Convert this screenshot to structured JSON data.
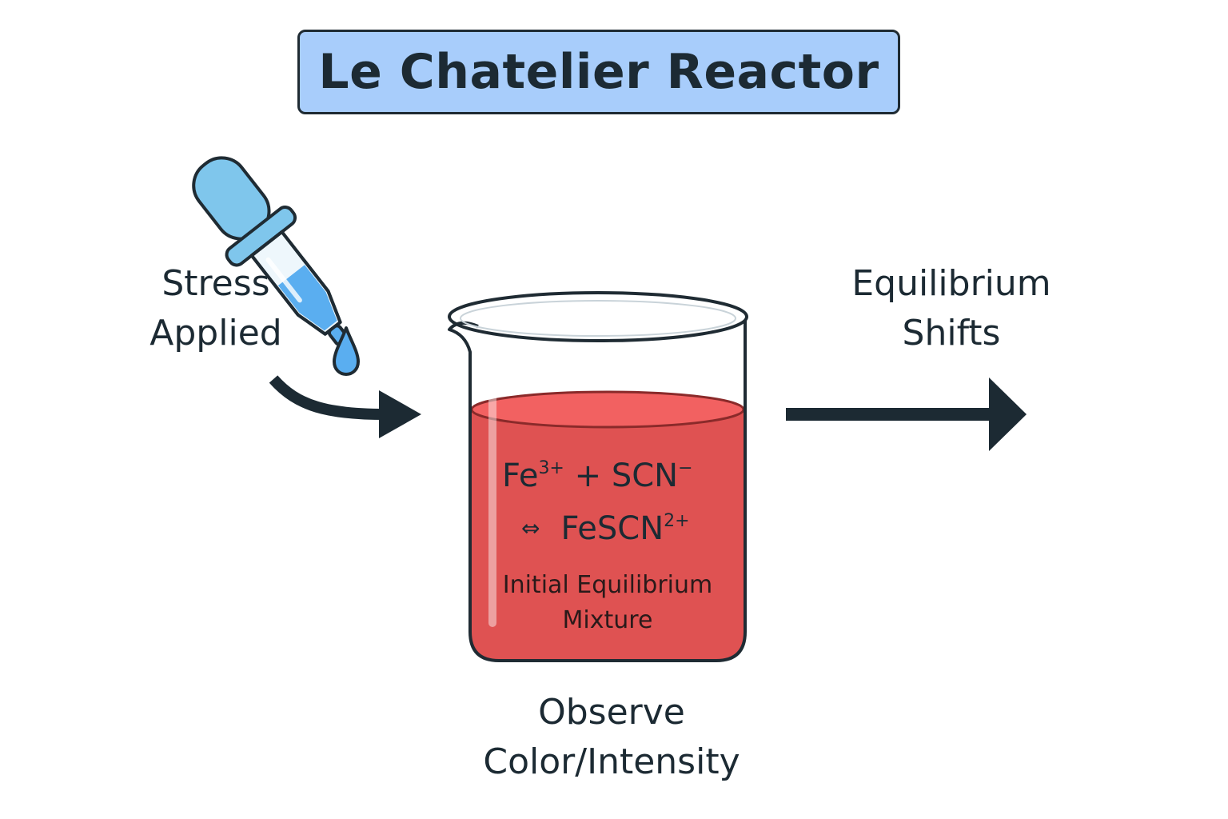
{
  "title": "Le Chatelier Reactor",
  "stress": {
    "line1": "Stress",
    "line2": "Applied"
  },
  "shift": {
    "line1": "Equilibrium",
    "line2": "Shifts"
  },
  "observe": {
    "line1": "Observe",
    "line2": "Color/Intensity"
  },
  "reaction": {
    "reactant1": "Fe",
    "reactant1_charge": "3+",
    "plus": "+",
    "reactant2": "SCN",
    "reactant2_charge": "−",
    "equilibrium_symbol": "⇔",
    "product": "FeSCN",
    "product_charge": "2+"
  },
  "mixture": {
    "line1": "Initial Equilibrium",
    "line2": "Mixture"
  },
  "icons": {
    "dropper": "dropper-icon",
    "drop": "droplet-icon",
    "beaker": "beaker-icon",
    "curved_arrow": "curved-arrow-icon",
    "right_arrow": "right-arrow-icon"
  },
  "colors": {
    "title_bg": "#a8cdfb",
    "liquid": "#df5252",
    "liquid_surface": "#f26161",
    "dropper_blue": "#7fc6ec",
    "drop_blue": "#5aaef0",
    "outline": "#1f2b33"
  }
}
